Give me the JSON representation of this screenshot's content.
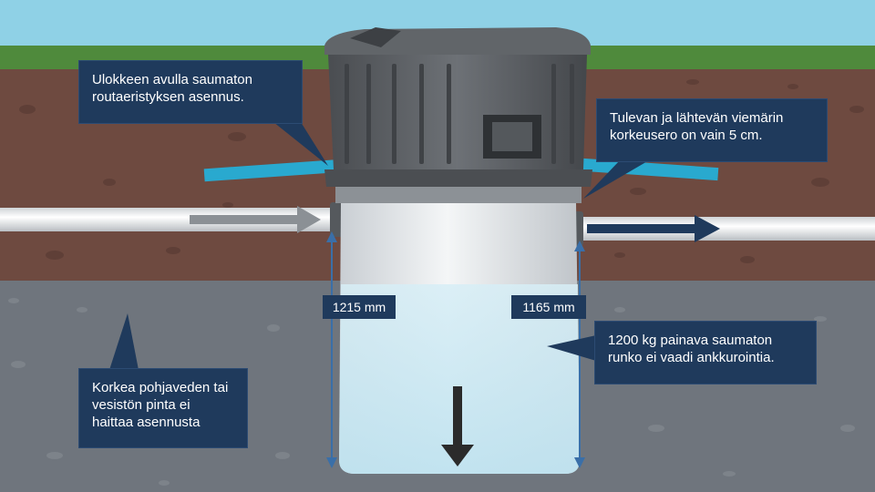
{
  "callouts": {
    "insulation": "Ulokkeen avulla saumaton routaeristyksen asennus.",
    "sewer_height": "Tulevan ja lähtevän viemärin korkeusero on vain 5 cm.",
    "groundwater": "Korkea pohjaveden tai vesistön pinta ei haittaa asennusta",
    "weight": "1200 kg painava saumaton runko ei vaadi ankkurointia."
  },
  "dimensions": {
    "inlet_depth": "1215 mm",
    "outlet_depth": "1165 mm"
  },
  "colors": {
    "sky": "#8fd1e6",
    "grass": "#4f8a3c",
    "soil": "#6e4a40",
    "groundwater": "#6f757d",
    "callout_bg": "#1f3a5c",
    "insulation": "#29a9cf",
    "tank_body": "#dfe3e6",
    "tank_lid": "#5b5f63",
    "water": "#cbe9f3"
  },
  "icons": {
    "flow_in": "arrow-right-icon",
    "flow_out": "arrow-right-icon",
    "weight": "arrow-down-icon"
  }
}
